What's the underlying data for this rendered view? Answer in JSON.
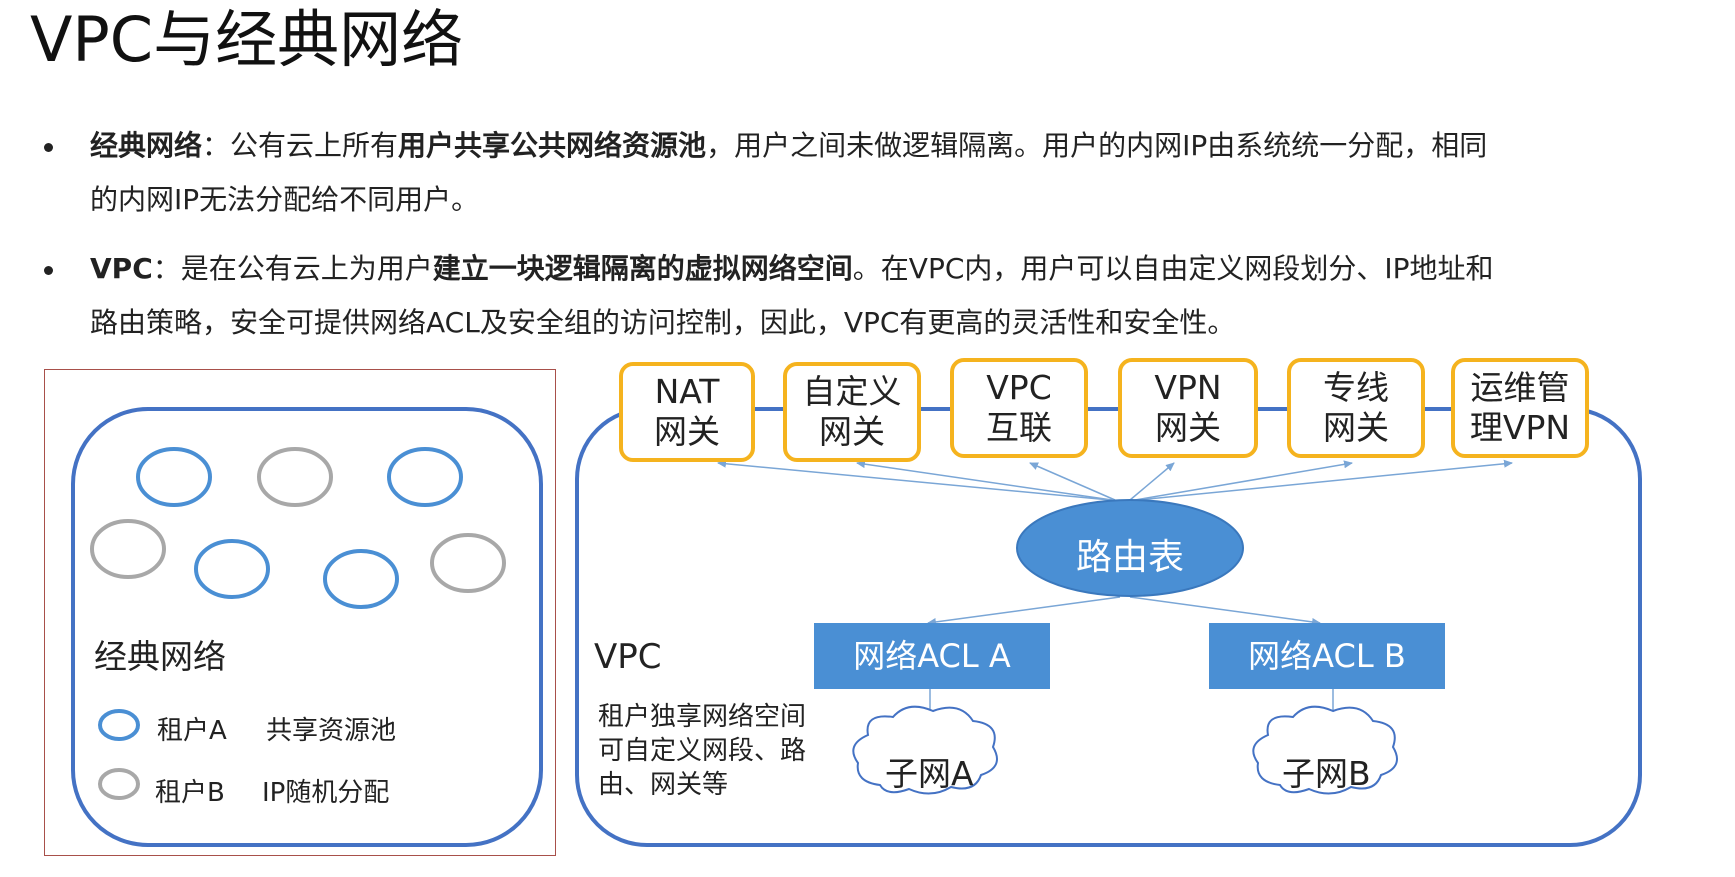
{
  "title": "VPC与经典网络",
  "bullets": [
    {
      "term": "经典网络",
      "sep": "：",
      "parts": [
        {
          "t": "公有云上所有",
          "b": false
        },
        {
          "t": "用户共享公共网络资源池",
          "b": true
        },
        {
          "t": "，用户之间未做逻辑隔离。用户的内网IP由系统统一分配，相同",
          "b": false
        }
      ],
      "line2": "的内网IP无法分配给不同用户。"
    },
    {
      "term": "VPC",
      "sep": "：",
      "parts": [
        {
          "t": "是在公有云上为用户",
          "b": false
        },
        {
          "t": "建立一块逻辑隔离的虚拟网络空间",
          "b": true
        },
        {
          "t": "。在VPC内，用户可以自由定义网段划分、IP地址和",
          "b": false
        }
      ],
      "line2": "路由策略，安全可提供网络ACL及安全组的访问控制，因此，VPC有更高的灵活性和安全性。"
    }
  ],
  "classic": {
    "label": "经典网络",
    "legend": [
      {
        "tenant": "租户A",
        "desc": "共享资源池",
        "color": "#4a8fd4"
      },
      {
        "tenant": "租户B",
        "desc": "IP随机分配",
        "color": "#a8a8a8"
      }
    ],
    "colors": {
      "tenant_a": "#4a8fd4",
      "tenant_b": "#a8a8a8"
    }
  },
  "vpc": {
    "label": "VPC",
    "desc": [
      "租户独享网络空间",
      "可自定义网段、路",
      "由、网关等"
    ],
    "services": [
      {
        "line1": "NAT",
        "line2": "网关"
      },
      {
        "line1": "自定义",
        "line2": "网关"
      },
      {
        "line1": "VPC",
        "line2": "互联"
      },
      {
        "line1": "VPN",
        "line2": "网关"
      },
      {
        "line1": "专线",
        "line2": "网关"
      },
      {
        "line1": "运维管",
        "line2": "理VPN"
      }
    ],
    "route_table": "路由表",
    "acls": [
      "网络ACL A",
      "网络ACL  B"
    ],
    "subnets": [
      "子网A",
      "子网B"
    ],
    "colors": {
      "border": "#4472c4",
      "service_border": "#f5b31e",
      "route": "#4a8fd4",
      "acl": "#4a8fd4",
      "arrow": "#7aa6d6"
    }
  }
}
